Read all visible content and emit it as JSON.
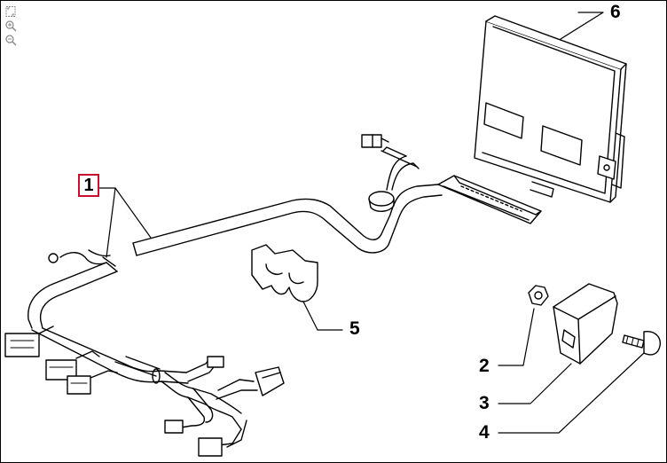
{
  "toolbar": {
    "fit_icon": "fit-page-icon",
    "zoom_in_icon": "zoom-in-icon",
    "zoom_out_icon": "zoom-out-icon"
  },
  "callouts": [
    {
      "id": "1",
      "label": "1",
      "highlighted": true
    },
    {
      "id": "2",
      "label": "2"
    },
    {
      "id": "3",
      "label": "3"
    },
    {
      "id": "4",
      "label": "4"
    },
    {
      "id": "5",
      "label": "5"
    },
    {
      "id": "6",
      "label": "6"
    }
  ],
  "colors": {
    "line": "#000000",
    "highlight": "#c8102e",
    "background": "#ffffff"
  }
}
